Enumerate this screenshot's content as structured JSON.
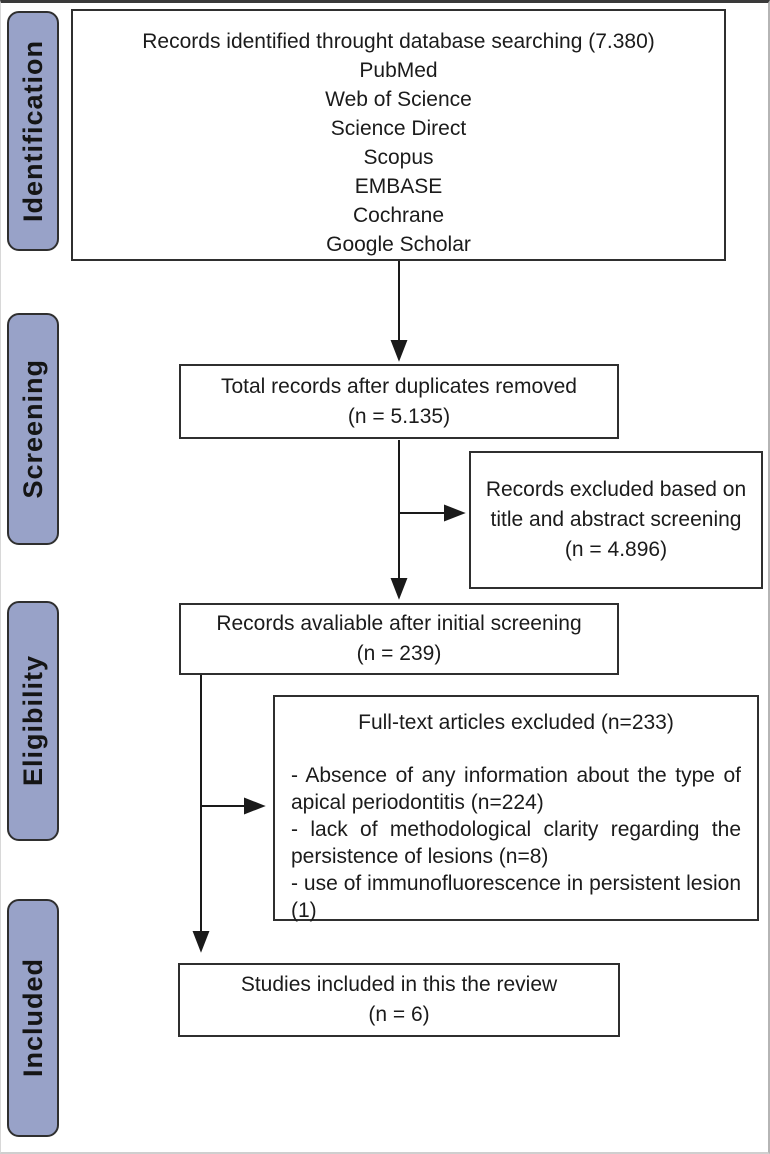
{
  "diagram_type": "PRISMA flow diagram",
  "colors": {
    "stage_fill": "#98a2c8",
    "box_border": "#2f2f2f",
    "text": "#1b1b1b",
    "background": "#ffffff"
  },
  "sidebar": {
    "items": [
      {
        "label": "Identification"
      },
      {
        "label": "Screening"
      },
      {
        "label": "Eligibility"
      },
      {
        "label": "Included"
      }
    ]
  },
  "boxes": {
    "identification": {
      "title": "Records identified throught database searching (7.380)",
      "sources": [
        "PubMed",
        "Web of Science",
        "Science Direct",
        "Scopus",
        "EMBASE",
        "Cochrane",
        "Google Scholar"
      ]
    },
    "duplicates": {
      "lines": [
        "Total records after duplicates removed",
        "(n = 5.135)"
      ]
    },
    "excluded_screening": {
      "lines": [
        "Records excluded based on",
        "title and abstract screening",
        "(n = 4.896)"
      ]
    },
    "initial_screening": {
      "lines": [
        "Records avaliable after initial screening",
        "(n = 239)"
      ]
    },
    "fulltext_excluded": {
      "title": "Full-text articles excluded (n=233)",
      "reasons": [
        "- Absence of any information about the type of apical periodontitis (n=224)",
        "- lack of methodological clarity regarding the persistence of lesions (n=8)",
        "- use of immunofluorescence in persistent lesion (1)"
      ]
    },
    "included": {
      "lines": [
        "Studies included in this the review",
        "(n = 6)"
      ]
    }
  }
}
